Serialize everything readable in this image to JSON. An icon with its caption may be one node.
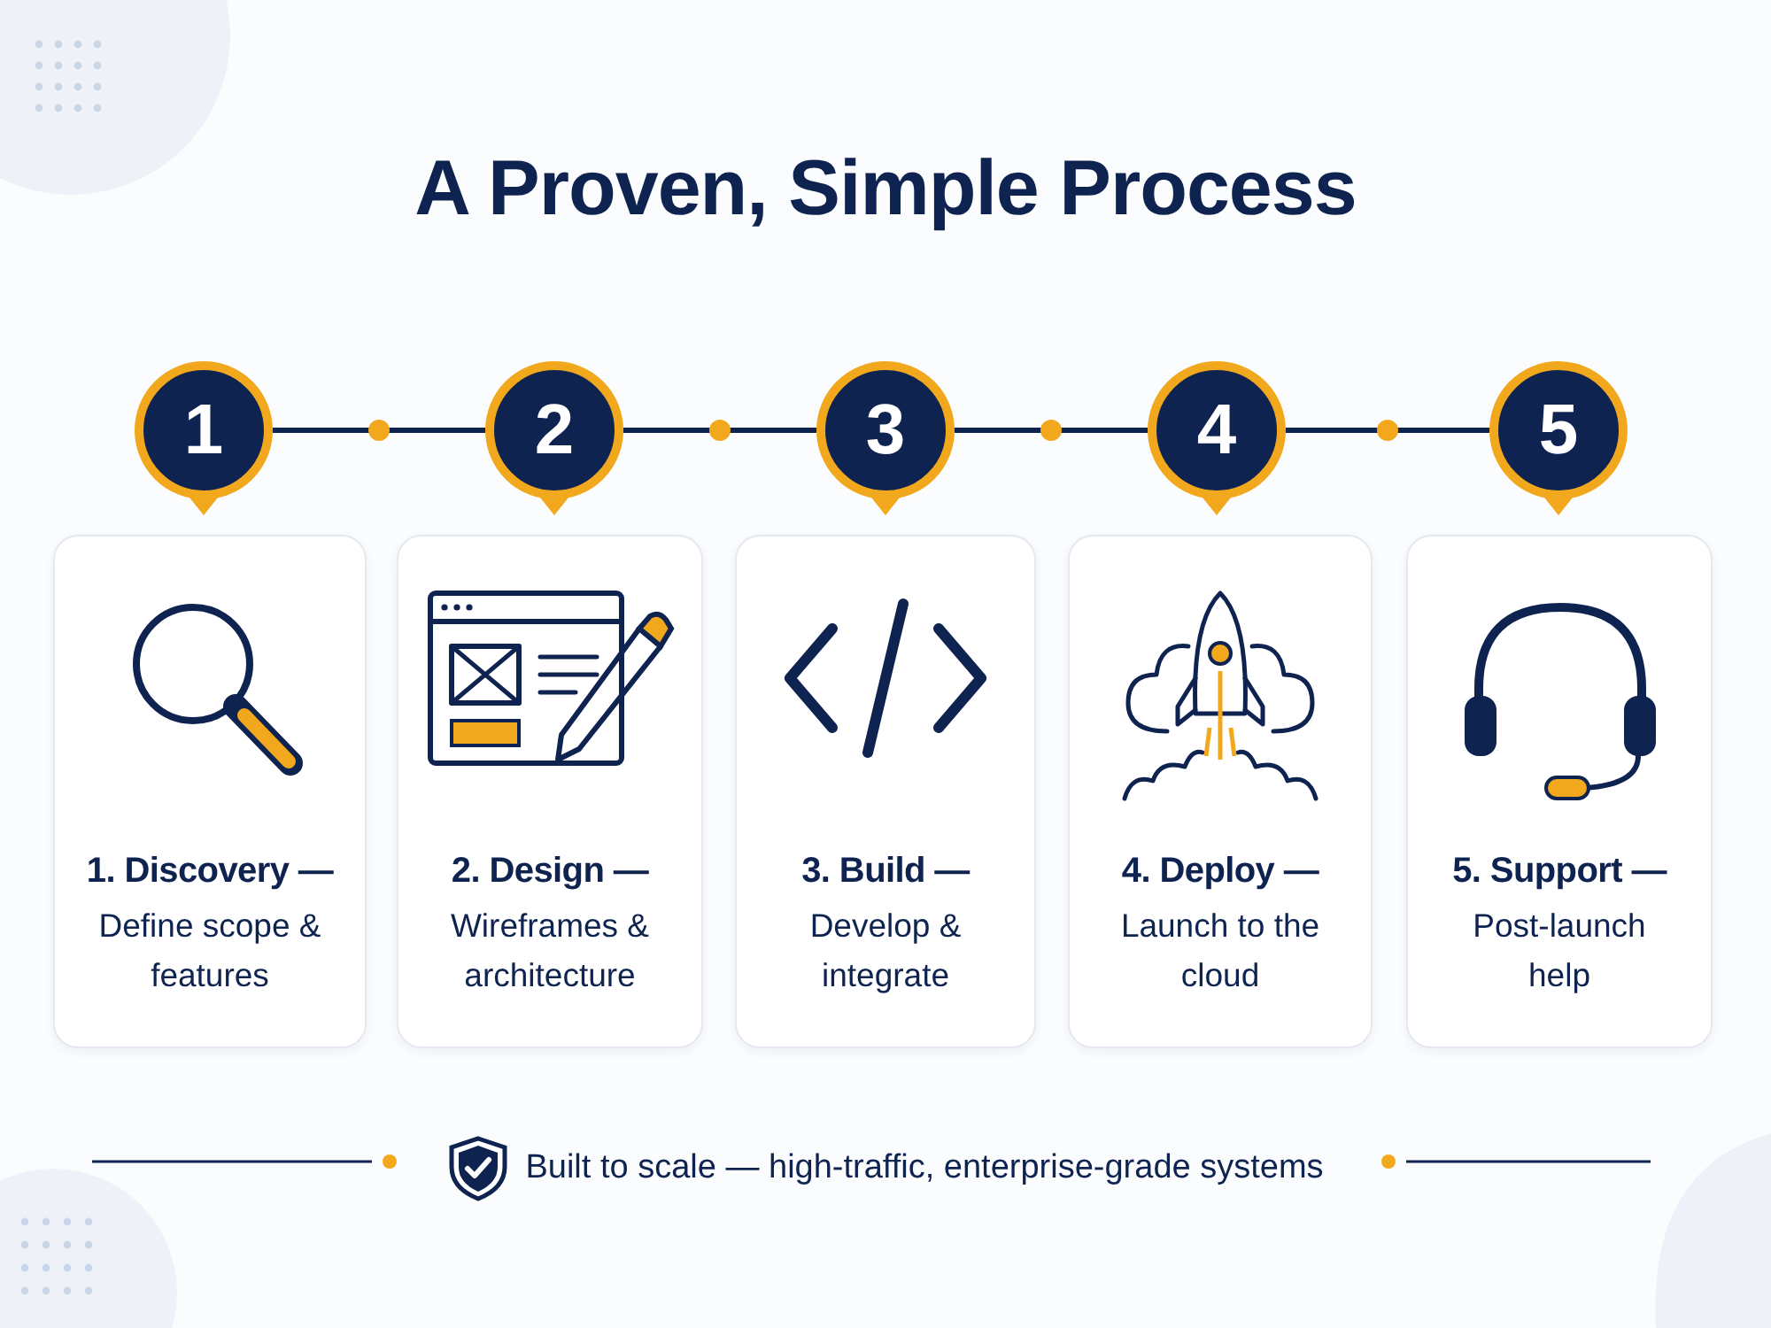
{
  "diagram": {
    "title": "A Proven, Simple Process",
    "nodes": [
      {
        "text": [
          "1"
        ]
      },
      {
        "text": [
          "2"
        ]
      },
      {
        "text": [
          "3"
        ]
      },
      {
        "text": [
          "4"
        ]
      },
      {
        "text": [
          "5"
        ]
      },
      {
        "text": [
          "1. Discovery —",
          "Define scope & features"
        ]
      },
      {
        "text": [
          "2. Design —",
          "Wireframes & architecture"
        ]
      },
      {
        "text": [
          "3. Build —",
          "Develop & integrate"
        ]
      },
      {
        "text": [
          "4. Deploy —",
          "Launch to the cloud"
        ]
      },
      {
        "text": [
          "5. Support —",
          "Post-launch help"
        ]
      }
    ],
    "edges": [
      {
        "from": 0,
        "to": 1,
        "arrow": "none"
      },
      {
        "from": 1,
        "to": 2,
        "arrow": "none"
      },
      {
        "from": 2,
        "to": 3,
        "arrow": "none"
      },
      {
        "from": 3,
        "to": 4,
        "arrow": "none"
      }
    ],
    "labels": [
      "Built to scale — high-traffic, enterprise-grade systems"
    ]
  }
}
